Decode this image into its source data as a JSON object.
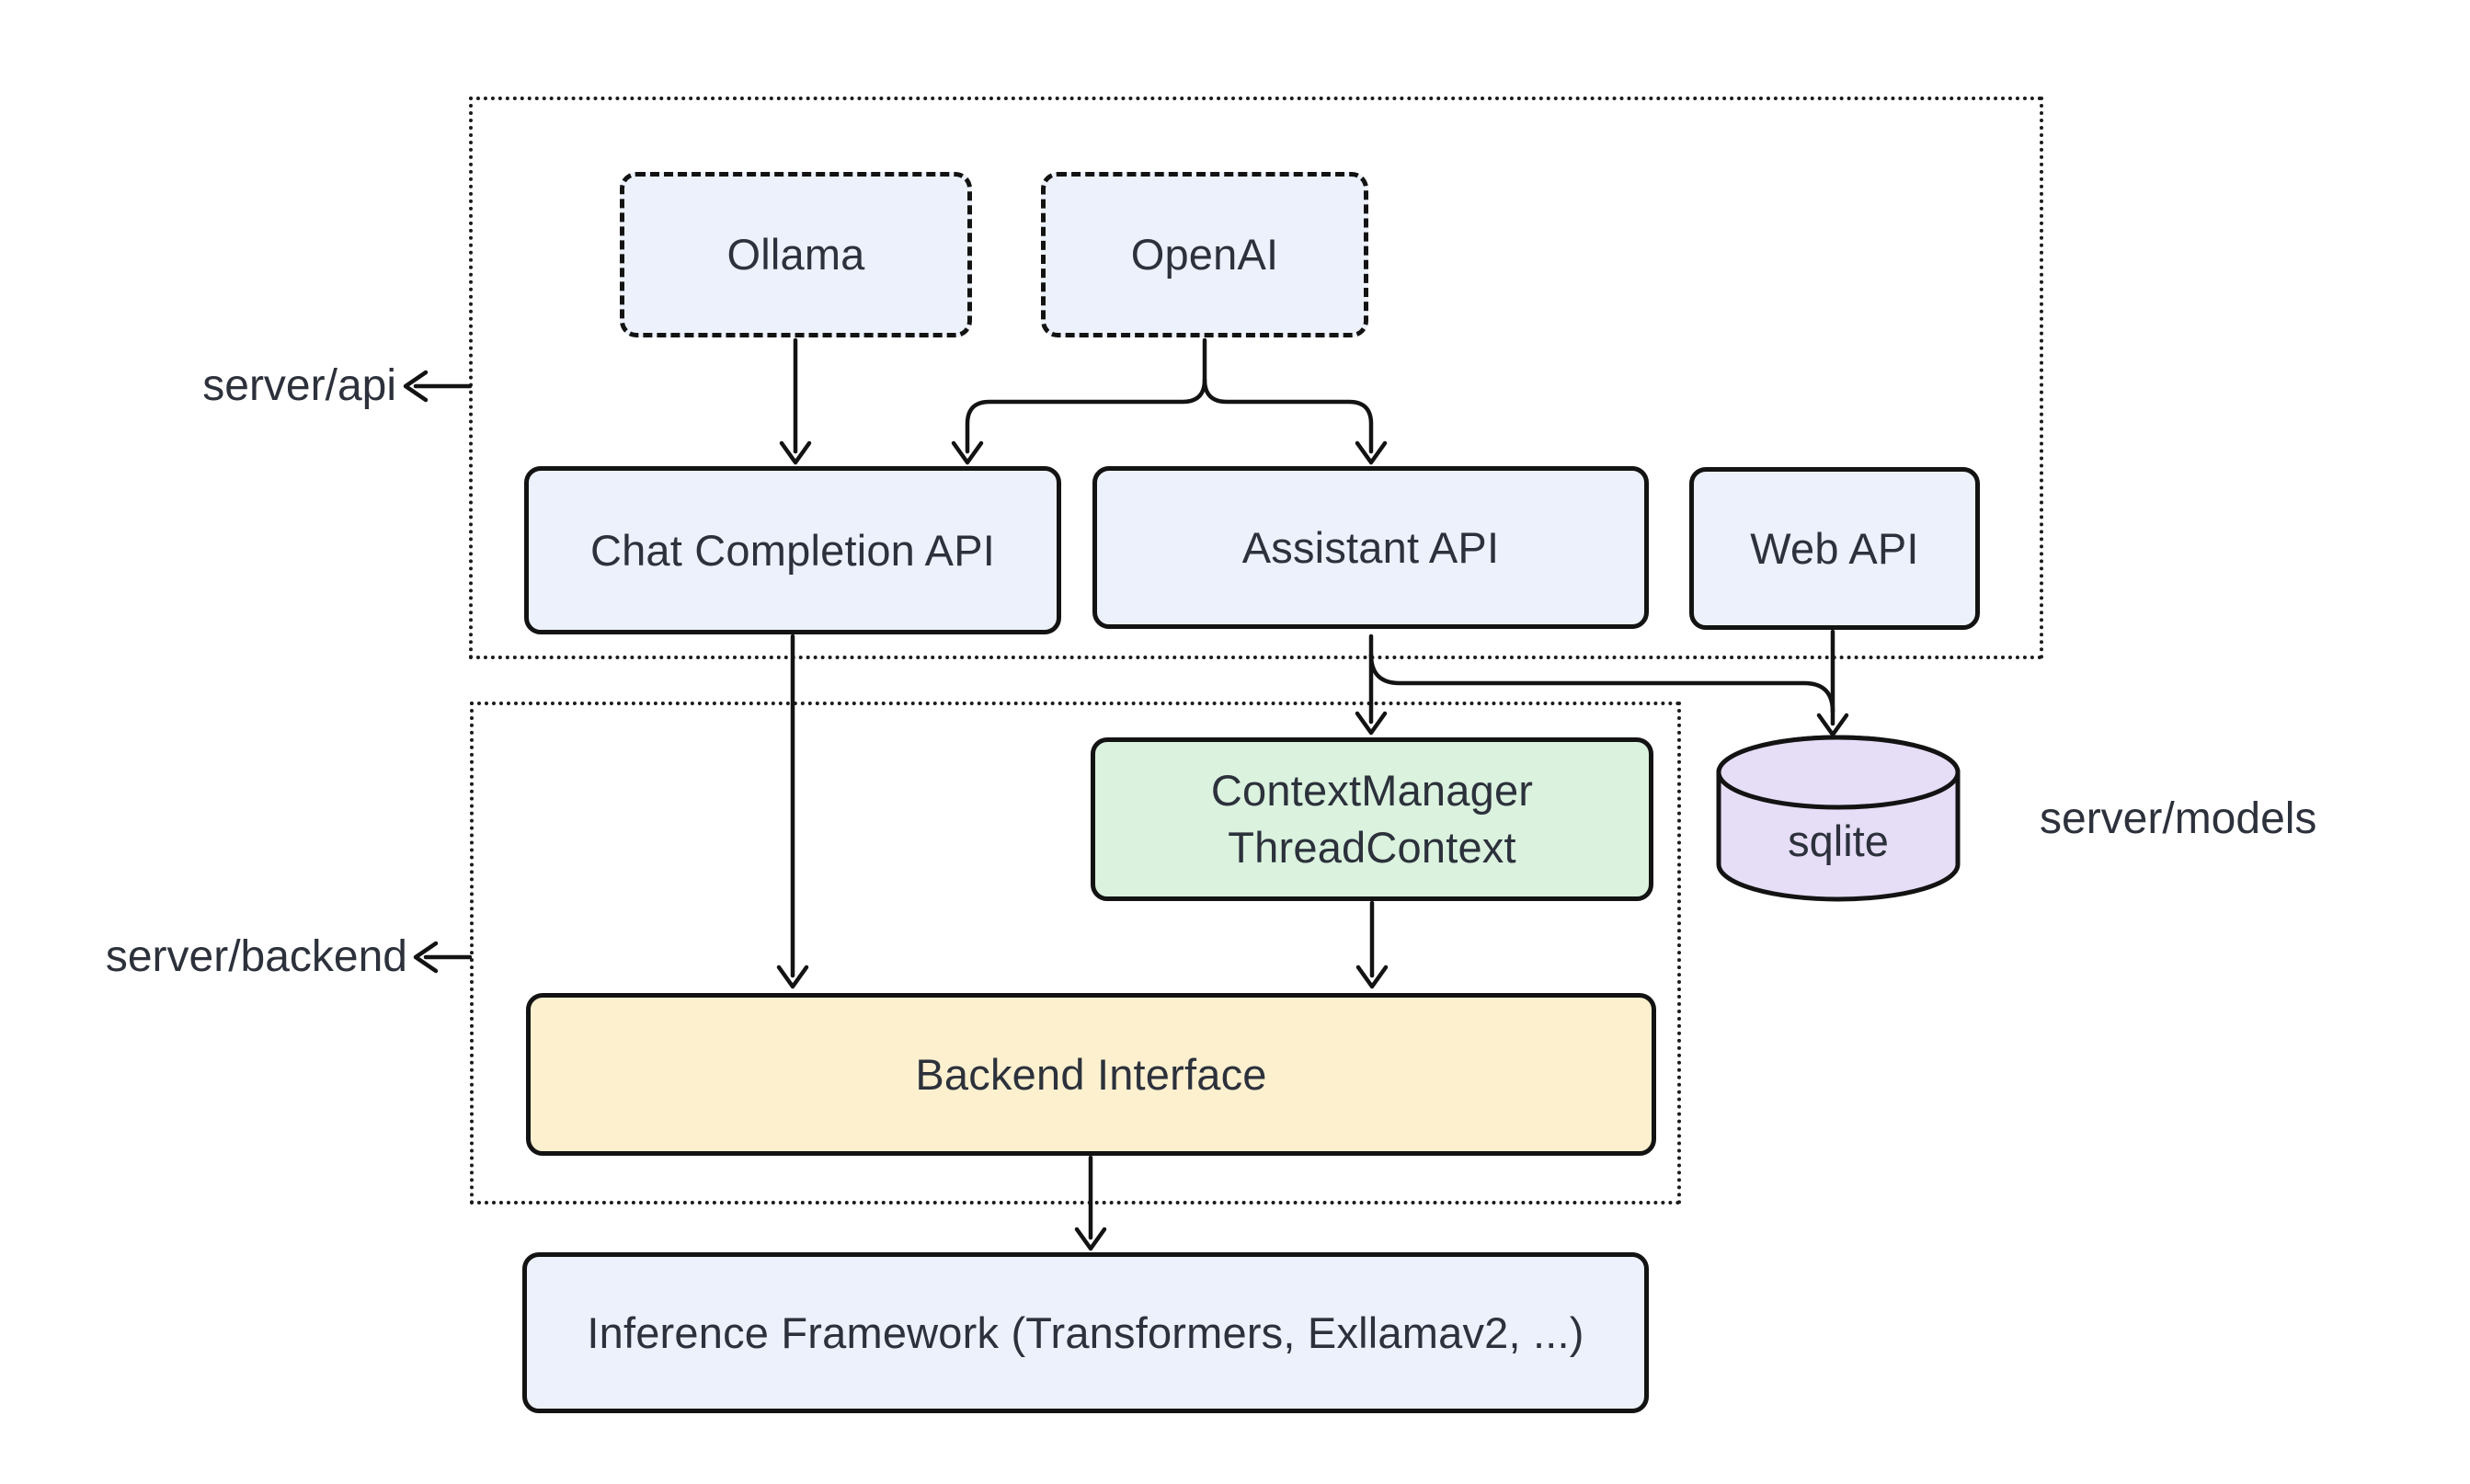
{
  "groups": {
    "server_api": {
      "label": "server/api"
    },
    "server_backend": {
      "label": "server/backend"
    },
    "server_models": {
      "label": "server/models"
    }
  },
  "nodes": {
    "ollama": {
      "label": "Ollama"
    },
    "openai": {
      "label": "OpenAI"
    },
    "chat_completion_api": {
      "label": "Chat Completion API"
    },
    "assistant_api": {
      "label": "Assistant API"
    },
    "web_api": {
      "label": "Web API"
    },
    "context_manager": {
      "label_line1": "ContextManager",
      "label_line2": "ThreadContext"
    },
    "sqlite": {
      "label": "sqlite"
    },
    "backend_interface": {
      "label": "Backend Interface"
    },
    "inference_framework": {
      "label": "Inference Framework (Transformers, Exllamav2, ...)"
    }
  },
  "edges": [
    {
      "from": "ollama",
      "to": "chat_completion_api"
    },
    {
      "from": "openai",
      "to": "chat_completion_api"
    },
    {
      "from": "openai",
      "to": "assistant_api"
    },
    {
      "from": "chat_completion_api",
      "to": "backend_interface"
    },
    {
      "from": "assistant_api",
      "to": "context_manager"
    },
    {
      "from": "assistant_api",
      "to": "sqlite"
    },
    {
      "from": "web_api",
      "to": "sqlite"
    },
    {
      "from": "context_manager",
      "to": "backend_interface"
    },
    {
      "from": "backend_interface",
      "to": "inference_framework"
    }
  ],
  "colors": {
    "node_blue": "#ecf1fb",
    "node_green": "#daf2de",
    "node_yellow": "#fdf0cf",
    "node_purple": "#e6ddf6",
    "stroke": "#131313",
    "dotted_border": "#1b1b1b",
    "text": "#2c313b",
    "background": "#ffffff"
  }
}
